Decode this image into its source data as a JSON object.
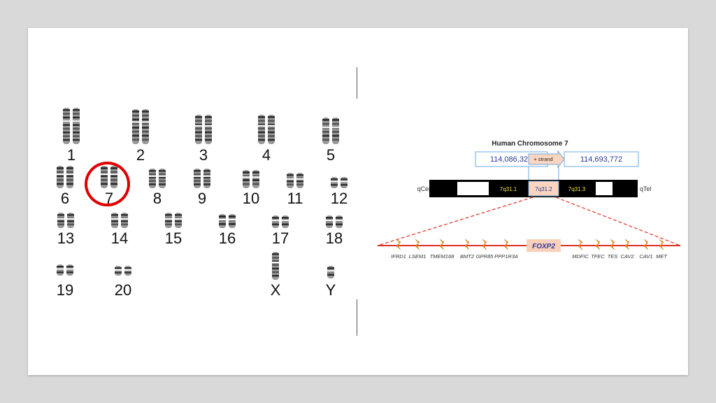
{
  "karyotype": {
    "labels": [
      "1",
      "2",
      "3",
      "4",
      "5",
      "6",
      "7",
      "8",
      "9",
      "10",
      "11",
      "12",
      "13",
      "14",
      "15",
      "16",
      "17",
      "18",
      "19",
      "20",
      "X",
      "Y"
    ],
    "highlighted": "7",
    "highlight_color": "#e00000"
  },
  "locus": {
    "title": "Human Chromosome 7",
    "start": "114,086,327",
    "strand": "+ strand",
    "end": "114,693,772",
    "left_end": "qCen",
    "right_end": "qTel",
    "bands": [
      "7q31.1",
      "7q31.2",
      "7q31.3"
    ],
    "genes_left": [
      "IFRD1",
      "LSEM1",
      "TMEM168",
      "BMT2",
      "GPR85",
      "PPP1R3A"
    ],
    "focus_gene": "FOXP2",
    "genes_right": [
      "MDFIC",
      "TFEC",
      "TES",
      "CAV2",
      "CAV1",
      "MET"
    ],
    "colors": {
      "coordinate_text": "#2b3a9e",
      "box_border": "#6fa8dc",
      "band_highlight": "#fbd5c0",
      "band_text": "#f0e040",
      "gene_line": "#e03020",
      "marker": "#f0a020",
      "focus_fill": "#fbd0b8"
    }
  }
}
